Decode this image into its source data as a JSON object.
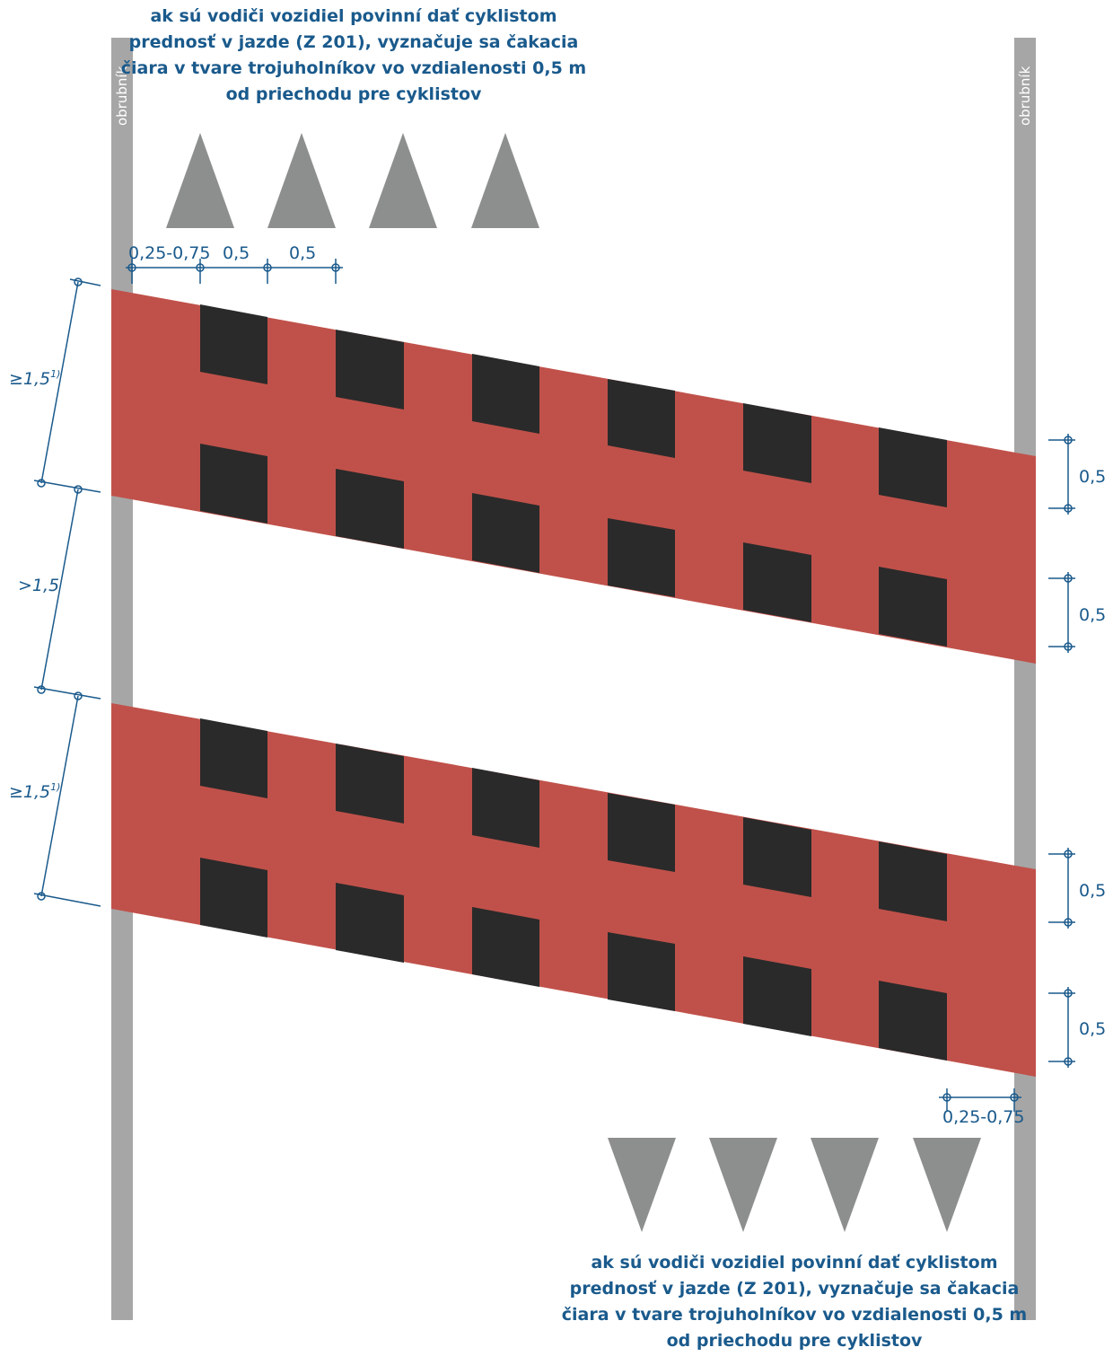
{
  "notes": {
    "top": "ak sú vodiči vozidiel povinní dať cyklistom prednosť v jazde (Z 201), vyznačuje sa čakacia čiara v tvare trojuholníkov vo vzdialenosti 0,5 m od priechodu pre cyklistov",
    "bottom": "ak sú vodiči vozidiel povinní dať cyklistom prednosť v jazde (Z 201), vyznačuje sa čakacia čiara v tvare trojuholníkov vo vzdialenosti 0,5 m od priechodu pre cyklistov"
  },
  "curb": {
    "label_left": "obrubník",
    "label_right": "obrubník"
  },
  "dimensions": {
    "top_offset": "0,25-0,75",
    "top_gap1": "0,5",
    "top_gap2": "0,5",
    "band1_width": "≥1,5",
    "band1_sup": "1)",
    "between_bands": ">1,5",
    "band2_width": "≥1,5",
    "band2_sup": "1)",
    "right_1": "0,5",
    "right_2": "0,5",
    "right_3": "0,5",
    "right_4": "0,5",
    "bottom_offset": "0,25-0,75"
  },
  "colors": {
    "crossing": "#c0514a",
    "square": "#2a2a2a",
    "triangle": "#8d8f8e",
    "curb": "#a6a6a6",
    "dimension": "#1a5a8c"
  }
}
